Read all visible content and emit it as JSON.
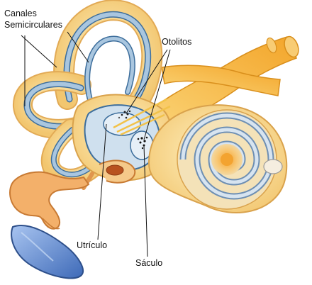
{
  "labels": {
    "canales": "Canales",
    "semicirculares": "Semicirculares",
    "otolitos": "Otolitos",
    "utriculo": "Utrículo",
    "saculo": "Sáculo"
  },
  "colors": {
    "bone": "#f7d98a",
    "bone_edge": "#d9a24c",
    "canal": "#a9c6df",
    "canal_edge": "#3d6e9c",
    "nerve": "#f4b233",
    "cochlea_orange": "#eea640",
    "eardrum_blue": "#5b86c9",
    "ossicle": "#f0a55c"
  }
}
